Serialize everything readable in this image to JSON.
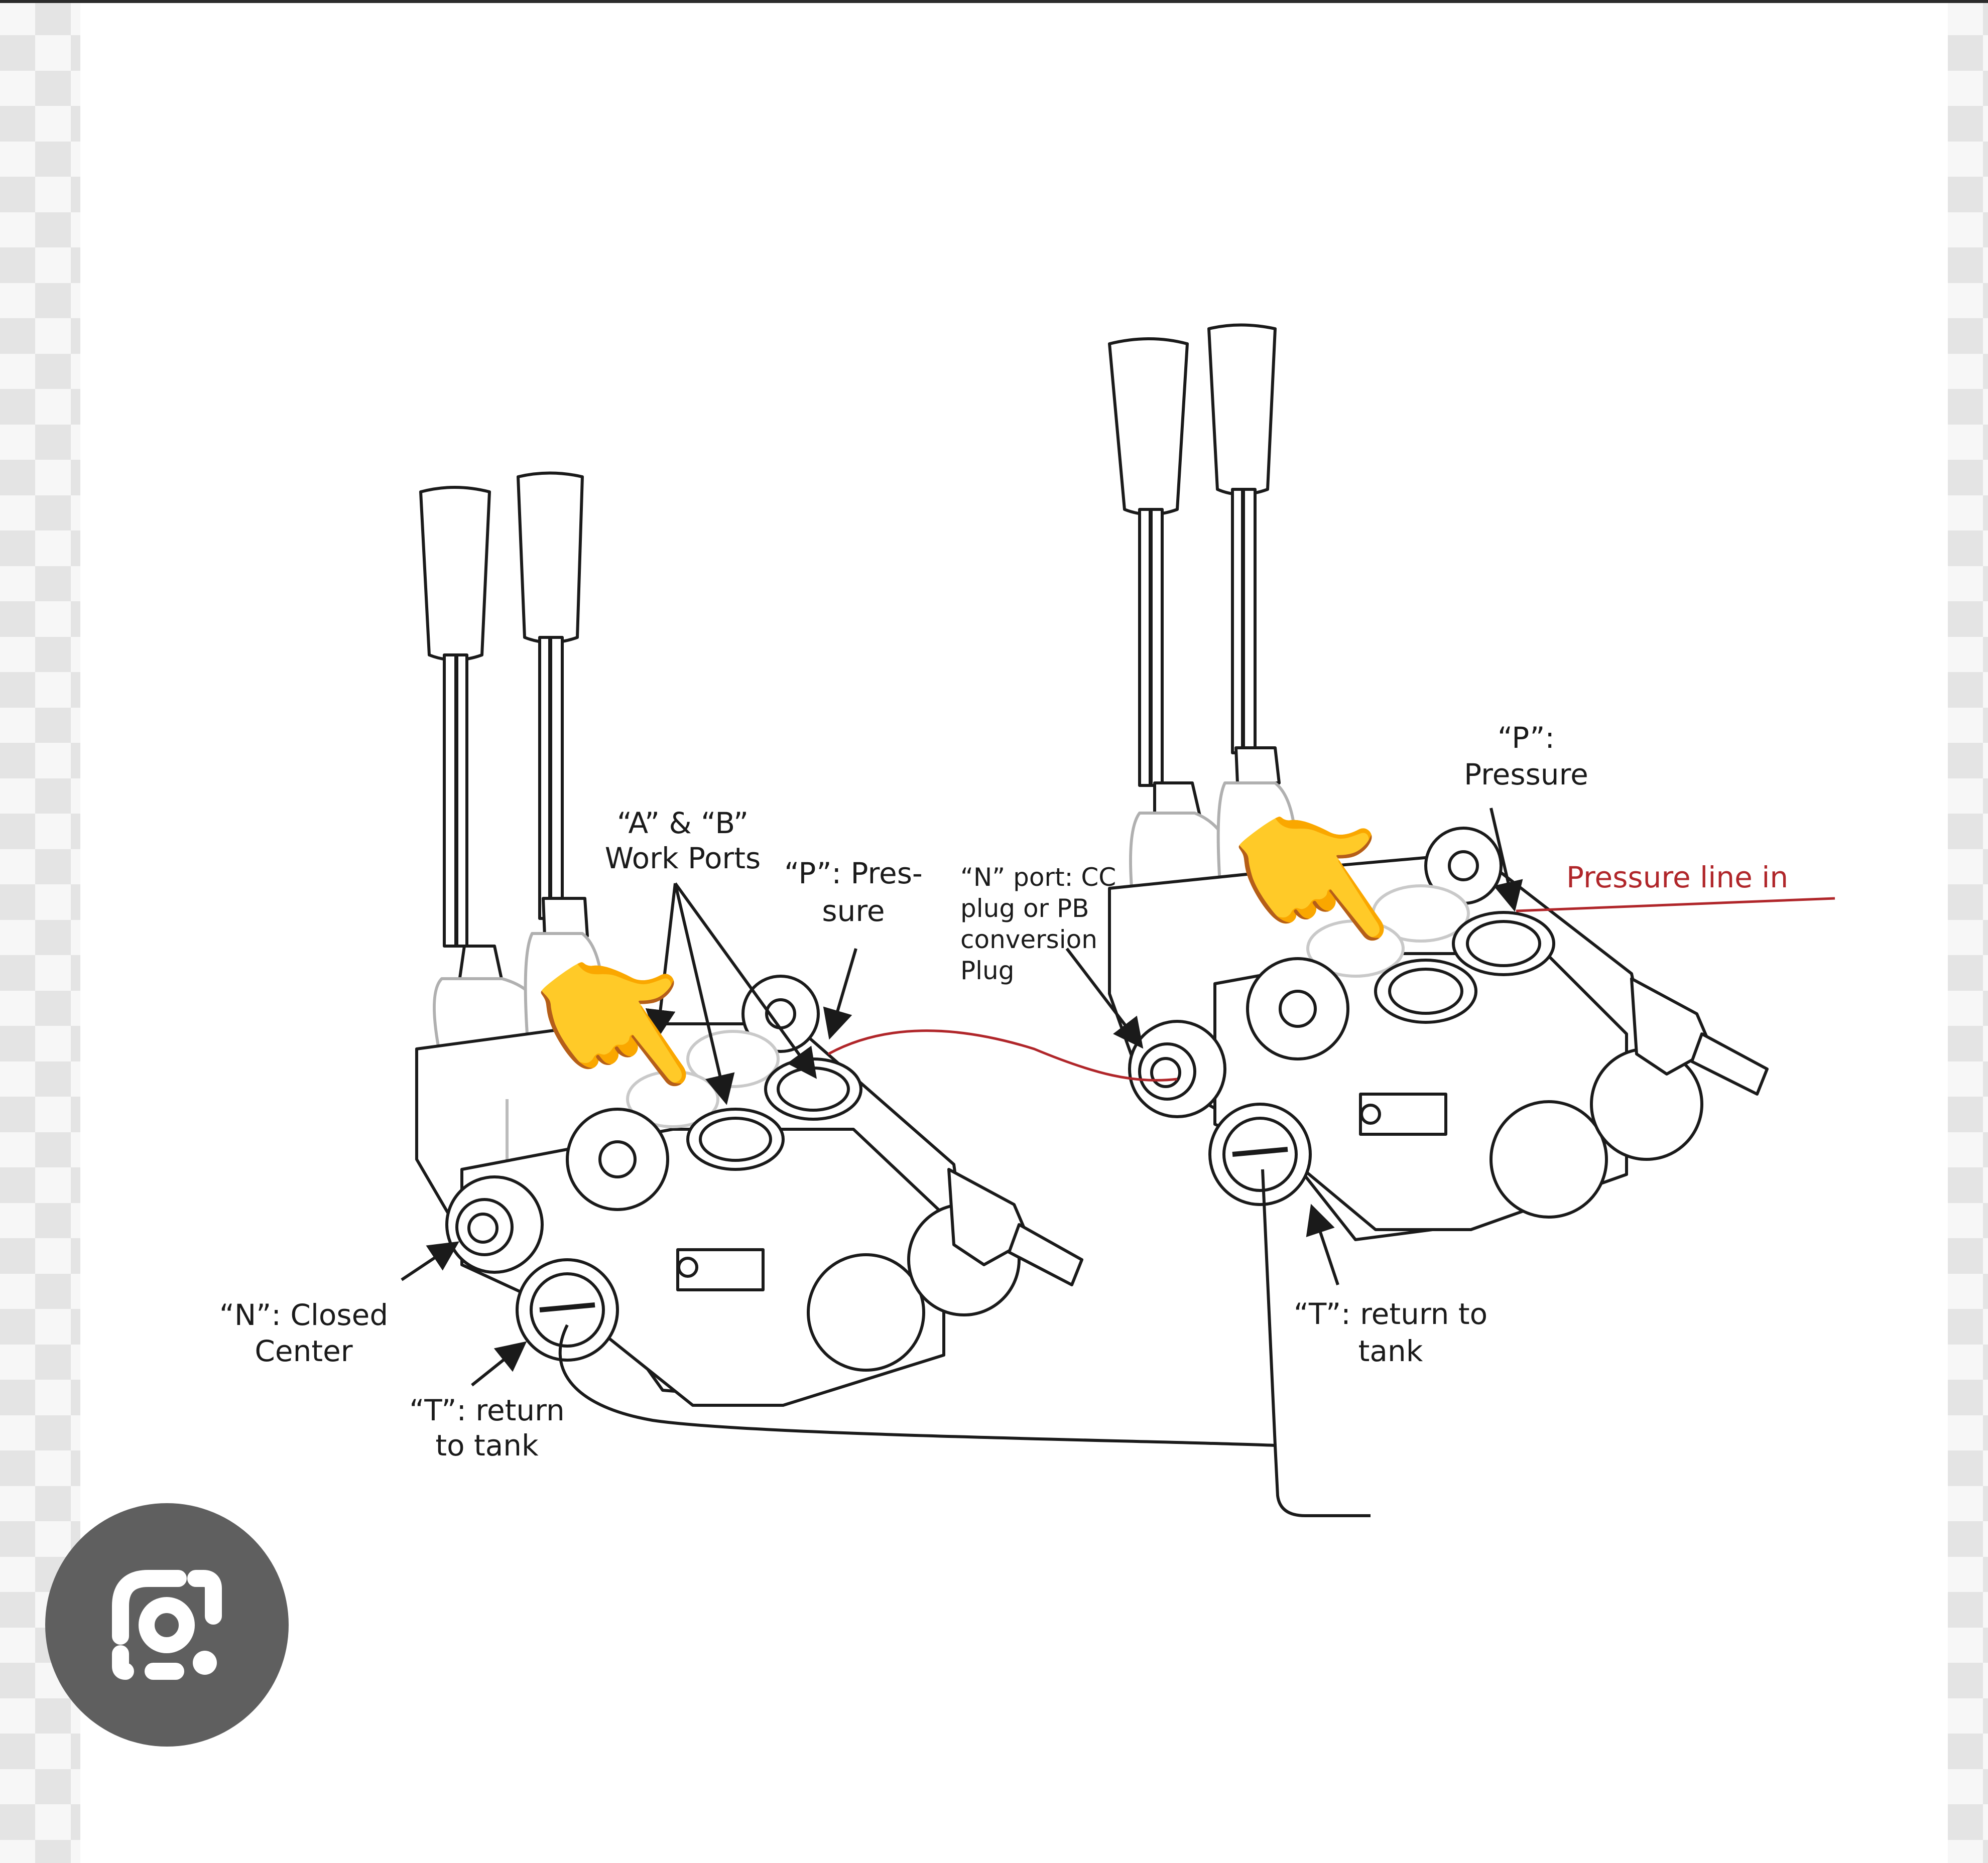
{
  "labels": {
    "work_ports": [
      "“A” & “B”",
      "Work Ports"
    ],
    "left_pressure": [
      "“P”: Pres-",
      "sure"
    ],
    "left_n": [
      "“N”: Closed",
      "Center"
    ],
    "left_t": [
      "“T”: return",
      "to tank"
    ],
    "right_n": [
      "“N” port: CC",
      "plug or PB",
      "conversion",
      "Plug"
    ],
    "right_pressure": [
      "“P”:",
      "Pressure"
    ],
    "pressure_line": "Pressure line in",
    "right_t": [
      "“T”: return to",
      "tank"
    ]
  },
  "emoji": {
    "pointing": "👉"
  },
  "colors": {
    "pressure_line": "#b0262a",
    "return_line": "#1a1a1a",
    "lens_button": "#5f5f5f"
  },
  "icons": {
    "lens": "google-lens-icon"
  }
}
